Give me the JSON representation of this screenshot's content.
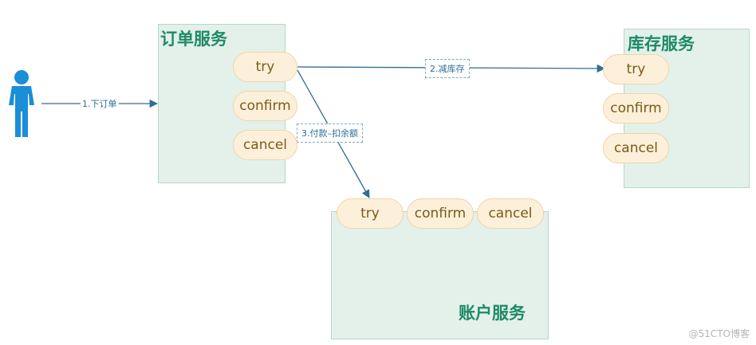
{
  "services": {
    "order": {
      "title": "订单服务",
      "actions": [
        "try",
        "confirm",
        "cancel"
      ]
    },
    "inventory": {
      "title": "库存服务",
      "actions": [
        "try",
        "confirm",
        "cancel"
      ]
    },
    "account": {
      "title": "账户服务",
      "actions": [
        "try",
        "confirm",
        "cancel"
      ]
    }
  },
  "actor": {
    "icon": "person-icon"
  },
  "edges": {
    "place_order": "1.下订单",
    "reduce_stock": "2.减库存",
    "pay_deduct": "3.付款–扣余额"
  },
  "watermark": "@51CTO博客",
  "colors": {
    "service_fill": "#e3f1ea",
    "service_title": "#1e8a68",
    "pill_fill": "#fdf0da",
    "arrow": "#2d6f97",
    "actor": "#1a8ed6"
  }
}
